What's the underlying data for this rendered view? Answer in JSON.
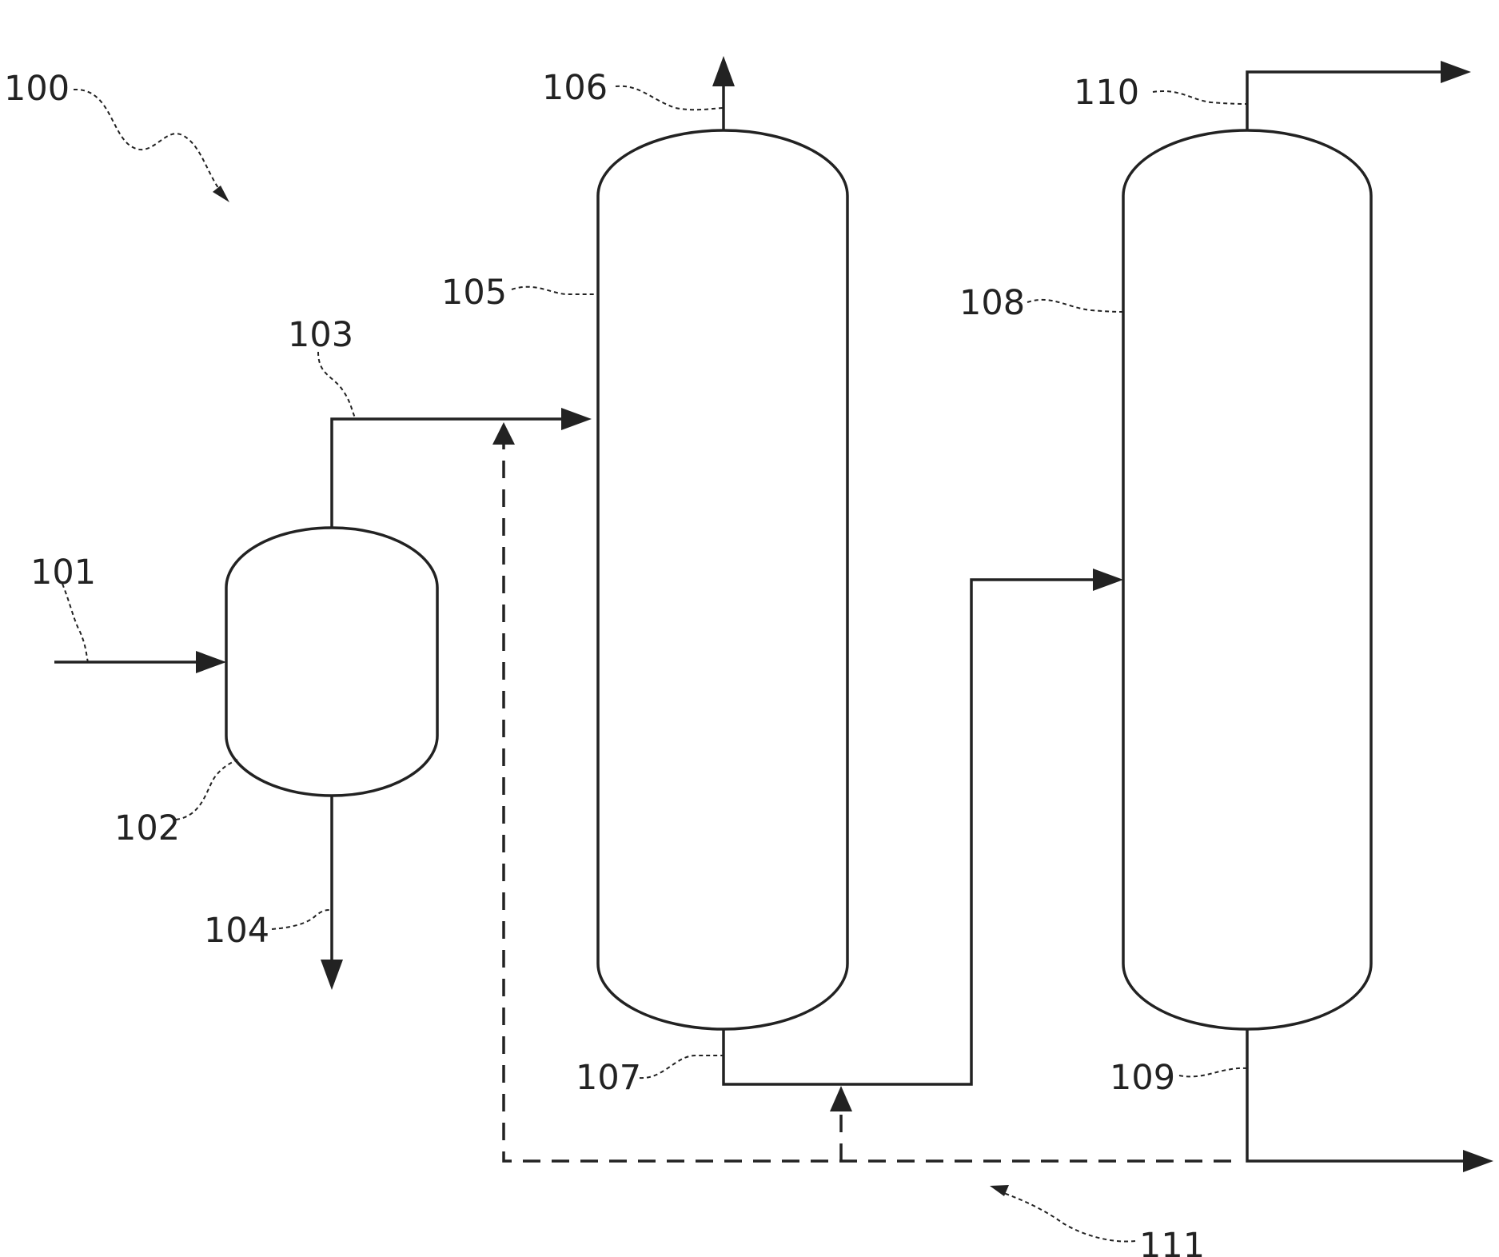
{
  "figure": {
    "reference_numerals": {
      "system": "100",
      "feed_stream": "101",
      "flash_vessel": "102",
      "vessel_overhead_stream": "103",
      "vessel_bottoms_stream": "104",
      "first_column": "105",
      "first_column_overhead": "106",
      "first_column_bottoms": "107",
      "second_column": "108",
      "second_column_bottoms": "109",
      "second_column_overhead": "110",
      "recycle_stream": "111"
    },
    "colors": {
      "ink": "#222222",
      "background": "#ffffff"
    }
  }
}
